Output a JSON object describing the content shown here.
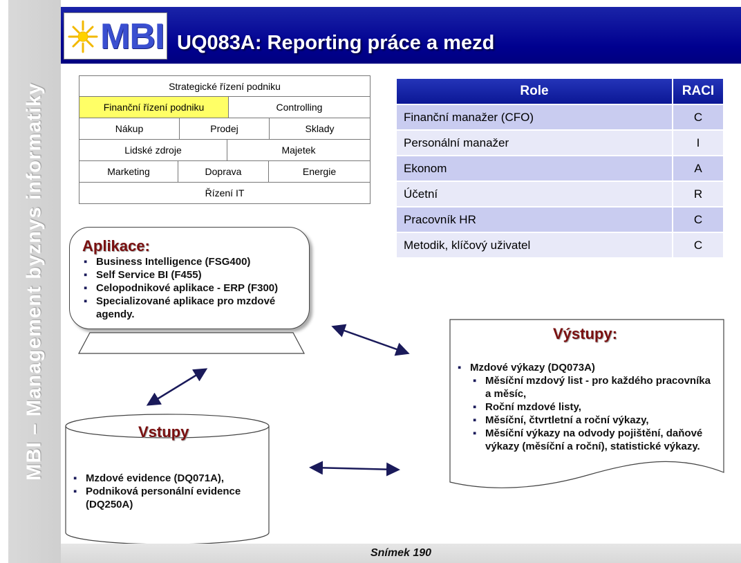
{
  "sidebar": {
    "text": "MBI – Management byznys informatiky"
  },
  "header": {
    "logo_text": "MBI",
    "title": "UQ083A: Reporting práce a mezd"
  },
  "hierarchy": {
    "rows": [
      [
        "Strategické řízení podniku"
      ],
      [
        "Finanční řízení podniku",
        "Controlling"
      ],
      [
        "Nákup",
        "Prodej",
        "Sklady"
      ],
      [
        "Lidské zdroje",
        "Majetek"
      ],
      [
        "Marketing",
        "Doprava",
        "Energie"
      ],
      [
        "Řízení IT"
      ]
    ]
  },
  "raci_table": {
    "headers": [
      "Role",
      "RACI"
    ],
    "rows": [
      [
        "Finanční manažer (CFO)",
        "C"
      ],
      [
        "Personální manažer",
        "I"
      ],
      [
        "Ekonom",
        "A"
      ],
      [
        "Účetní",
        "R"
      ],
      [
        "Pracovník HR",
        "C"
      ],
      [
        "Metodik, klíčový uživatel",
        "C"
      ]
    ]
  },
  "applications": {
    "title": "Aplikace:",
    "items": [
      "Business Intelligence (FSG400)",
      "Self Service BI (F455)",
      "Celopodnikové aplikace - ERP (F300)",
      "Specializované aplikace pro mzdové agendy."
    ]
  },
  "outputs": {
    "title": "Výstupy:",
    "main_item": "Mzdové výkazy (DQ073A)",
    "sub_items": [
      "Měsíční mzdový list - pro každého pracovníka a měsíc,",
      "Roční mzdové listy,",
      "Měsíční, čtvrtletní a roční výkazy,",
      "Měsíční výkazy na odvody pojištění, daňové výkazy (měsíční a roční), statistické výkazy."
    ]
  },
  "inputs": {
    "title": "Vstupy",
    "items": [
      "Mzdové evidence (DQ071A),",
      "Podniková personální evidence (DQ250A)"
    ]
  },
  "footer": {
    "slide_label": "Snímek  190"
  },
  "colors": {
    "header_blue": "#00008f",
    "highlight_yellow": "#ffff66",
    "title_red": "#7a1010"
  }
}
